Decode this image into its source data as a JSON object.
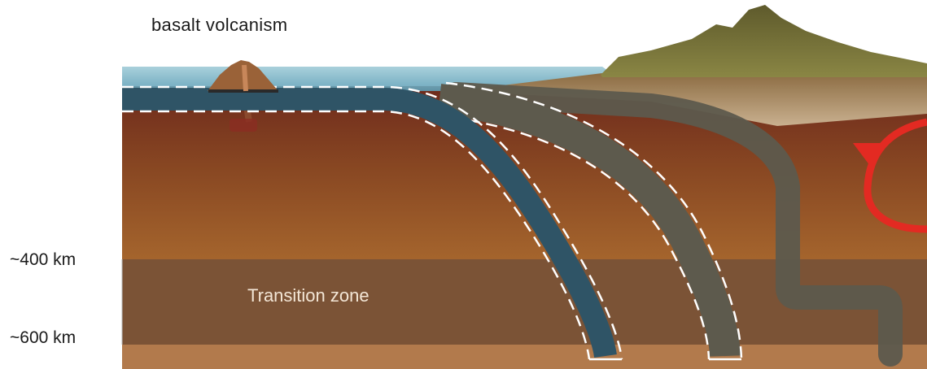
{
  "title": "basalt volcanism",
  "depth_labels": {
    "upper": "~400 km",
    "lower": "~600 km"
  },
  "zone_label": "Transition zone",
  "colors": {
    "ocean": "#8ec3d4",
    "mantle_top": "#6e2a1c",
    "mantle_mid": "#9a5b2b",
    "transition_zone": "#7b5336",
    "lower_mantle": "#b27a4c",
    "slab_blue": "#2f5466",
    "slab_gray": "#5d5a4d",
    "continent": "#7f7a3e",
    "volcano": "#9a6238",
    "convection_arrow": "#e32a22",
    "dash": "#ffffff"
  },
  "icons": {
    "arrow": "curved-convection-arrow-icon",
    "volcano": "volcano-icon",
    "mountain": "mountain-icon"
  }
}
